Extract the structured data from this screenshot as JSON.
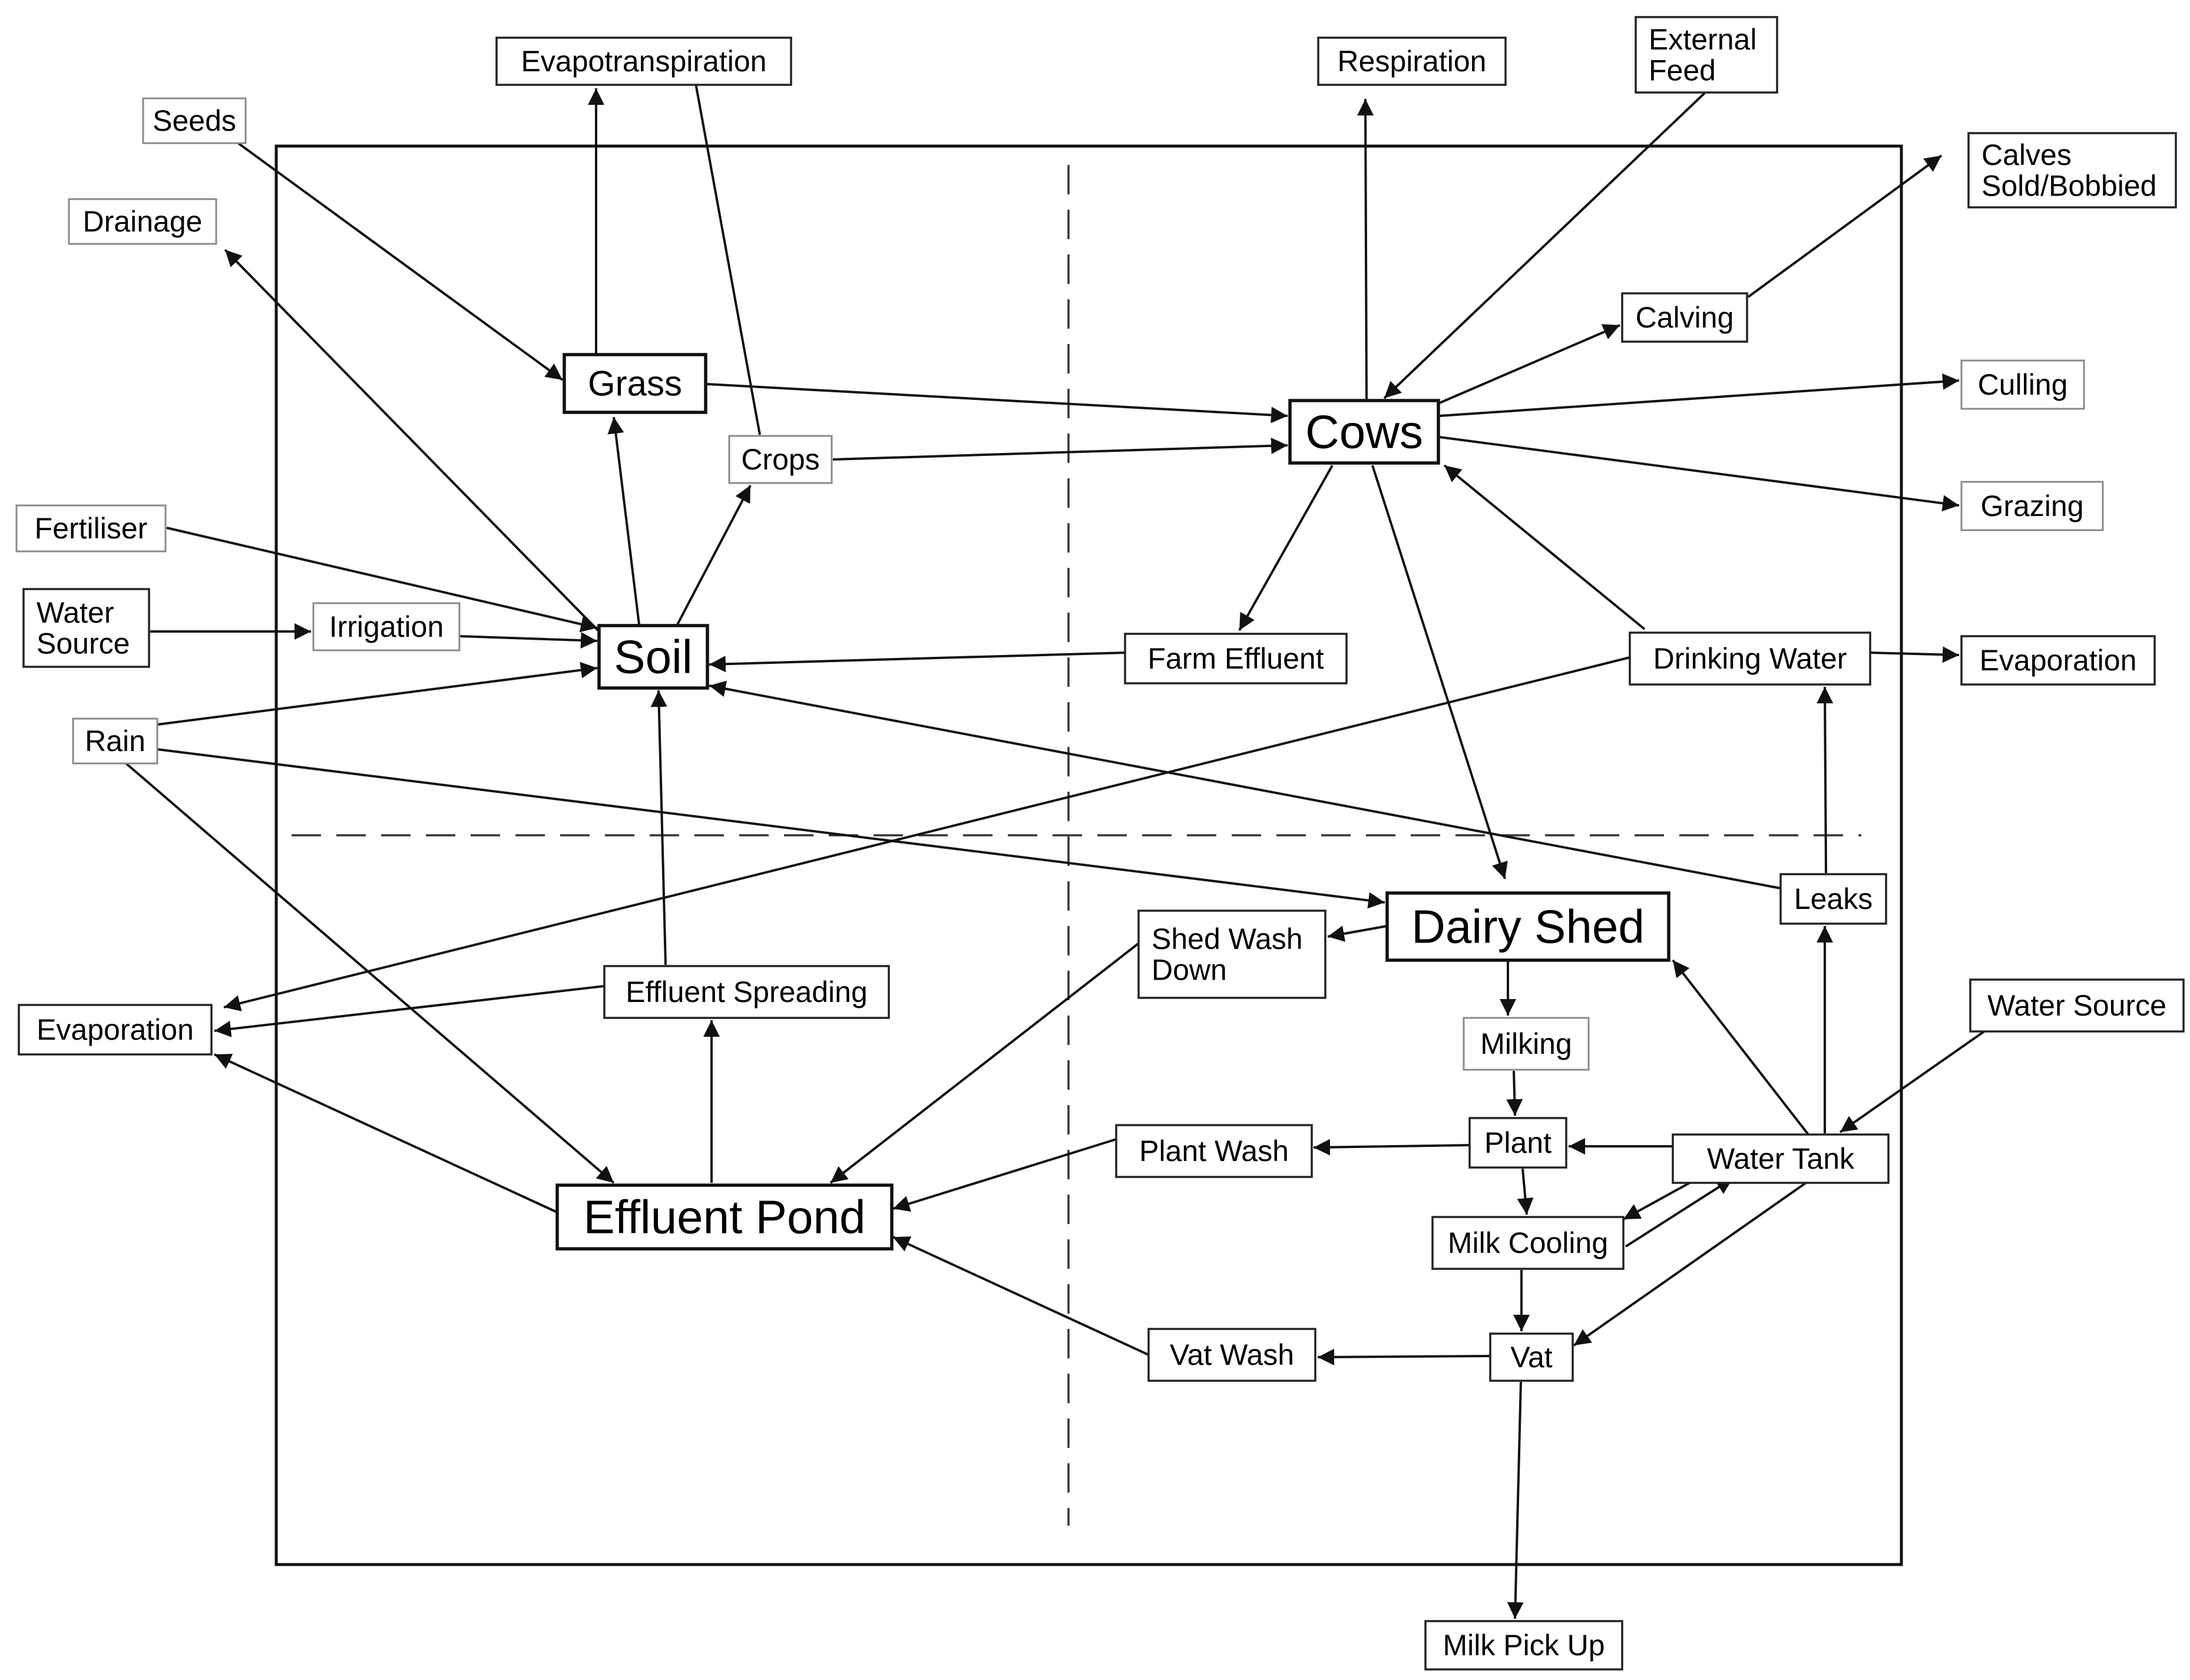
{
  "nodes": {
    "seeds": "Seeds",
    "drainage": "Drainage",
    "evapotranspiration": "Evapotranspiration",
    "respiration": "Respiration",
    "external_feed": [
      "External",
      "Feed"
    ],
    "calves_sold": [
      "Calves",
      "Sold/Bobbied"
    ],
    "calving": "Calving",
    "culling": "Culling",
    "grazing": "Grazing",
    "grass": "Grass",
    "crops": "Crops",
    "cows": "Cows",
    "fertiliser": "Fertiliser",
    "water_source_left": [
      "Water",
      "Source"
    ],
    "irrigation": "Irrigation",
    "soil": "Soil",
    "farm_effluent": "Farm Effluent",
    "drinking_water": "Drinking Water",
    "evaporation_right": "Evaporation",
    "rain": "Rain",
    "leaks": "Leaks",
    "dairy_shed": "Dairy Shed",
    "shed_wash_down": [
      "Shed Wash",
      "Down"
    ],
    "water_source_right": "Water Source",
    "evaporation_left": "Evaporation",
    "effluent_spreading": "Effluent Spreading",
    "milking": "Milking",
    "plant_wash": "Plant Wash",
    "plant": "Plant",
    "water_tank": "Water Tank",
    "effluent_pond": "Effluent Pond",
    "milk_cooling": "Milk Cooling",
    "vat_wash": "Vat Wash",
    "vat": "Vat",
    "milk_pick_up": "Milk Pick Up"
  },
  "edges": [
    {
      "from": "seeds",
      "to": "grass"
    },
    {
      "from": "grass",
      "to": "evapotranspiration"
    },
    {
      "from": "crops",
      "to": "evapotranspiration"
    },
    {
      "from": "soil",
      "to": "drainage"
    },
    {
      "from": "soil",
      "to": "grass"
    },
    {
      "from": "soil",
      "to": "crops"
    },
    {
      "from": "grass",
      "to": "cows"
    },
    {
      "from": "crops",
      "to": "cows"
    },
    {
      "from": "cows",
      "to": "respiration"
    },
    {
      "from": "external_feed",
      "to": "cows"
    },
    {
      "from": "cows",
      "to": "calving"
    },
    {
      "from": "calving",
      "to": "calves_sold"
    },
    {
      "from": "cows",
      "to": "culling"
    },
    {
      "from": "cows",
      "to": "grazing"
    },
    {
      "from": "cows",
      "to": "farm_effluent"
    },
    {
      "from": "cows",
      "to": "dairy_shed"
    },
    {
      "from": "drinking_water",
      "to": "cows"
    },
    {
      "from": "drinking_water",
      "to": "evaporation_right"
    },
    {
      "from": "drinking_water",
      "to": "evaporation_left"
    },
    {
      "from": "fertiliser",
      "to": "soil"
    },
    {
      "from": "water_source_left",
      "to": "irrigation"
    },
    {
      "from": "irrigation",
      "to": "soil"
    },
    {
      "from": "farm_effluent",
      "to": "soil"
    },
    {
      "from": "rain",
      "to": "soil"
    },
    {
      "from": "rain",
      "to": "dairy_shed"
    },
    {
      "from": "rain",
      "to": "effluent_pond"
    },
    {
      "from": "leaks",
      "to": "soil"
    },
    {
      "from": "leaks",
      "to": "drinking_water"
    },
    {
      "from": "water_tank",
      "to": "leaks"
    },
    {
      "from": "water_tank",
      "to": "dairy_shed"
    },
    {
      "from": "water_source_right",
      "to": "water_tank"
    },
    {
      "from": "dairy_shed",
      "to": "shed_wash_down"
    },
    {
      "from": "dairy_shed",
      "to": "milking"
    },
    {
      "from": "shed_wash_down",
      "to": "effluent_pond"
    },
    {
      "from": "effluent_spreading",
      "to": "soil"
    },
    {
      "from": "effluent_spreading",
      "to": "evaporation_left"
    },
    {
      "from": "effluent_pond",
      "to": "effluent_spreading"
    },
    {
      "from": "effluent_pond",
      "to": "evaporation_left"
    },
    {
      "from": "milking",
      "to": "plant"
    },
    {
      "from": "plant",
      "to": "plant_wash"
    },
    {
      "from": "plant_wash",
      "to": "effluent_pond"
    },
    {
      "from": "water_tank",
      "to": "plant"
    },
    {
      "from": "plant",
      "to": "milk_cooling"
    },
    {
      "from": "milk_cooling",
      "to": "water_tank"
    },
    {
      "from": "water_tank",
      "to": "milk_cooling"
    },
    {
      "from": "milk_cooling",
      "to": "vat"
    },
    {
      "from": "water_tank",
      "to": "vat"
    },
    {
      "from": "vat",
      "to": "vat_wash"
    },
    {
      "from": "vat_wash",
      "to": "effluent_pond"
    },
    {
      "from": "vat",
      "to": "milk_pick_up"
    }
  ]
}
